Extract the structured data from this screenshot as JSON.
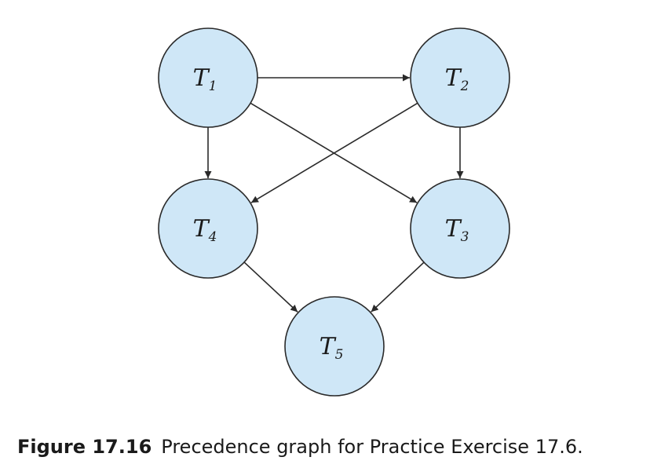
{
  "nodes": [
    {
      "id": "T1",
      "letter": "T",
      "sub": "1"
    },
    {
      "id": "T2",
      "letter": "T",
      "sub": "2"
    },
    {
      "id": "T4",
      "letter": "T",
      "sub": "4"
    },
    {
      "id": "T3",
      "letter": "T",
      "sub": "3"
    },
    {
      "id": "T5",
      "letter": "T",
      "sub": "5"
    }
  ],
  "edges": [
    {
      "from": "T1",
      "to": "T2"
    },
    {
      "from": "T1",
      "to": "T4"
    },
    {
      "from": "T1",
      "to": "T3"
    },
    {
      "from": "T2",
      "to": "T4"
    },
    {
      "from": "T2",
      "to": "T3"
    },
    {
      "from": "T4",
      "to": "T5"
    },
    {
      "from": "T3",
      "to": "T5"
    }
  ],
  "caption": {
    "number": "Figure 17.16",
    "text": "Precedence graph for Practice Exercise 17.6."
  },
  "colors": {
    "node_fill": "#cfe7f7",
    "stroke": "#2a2a2a"
  }
}
